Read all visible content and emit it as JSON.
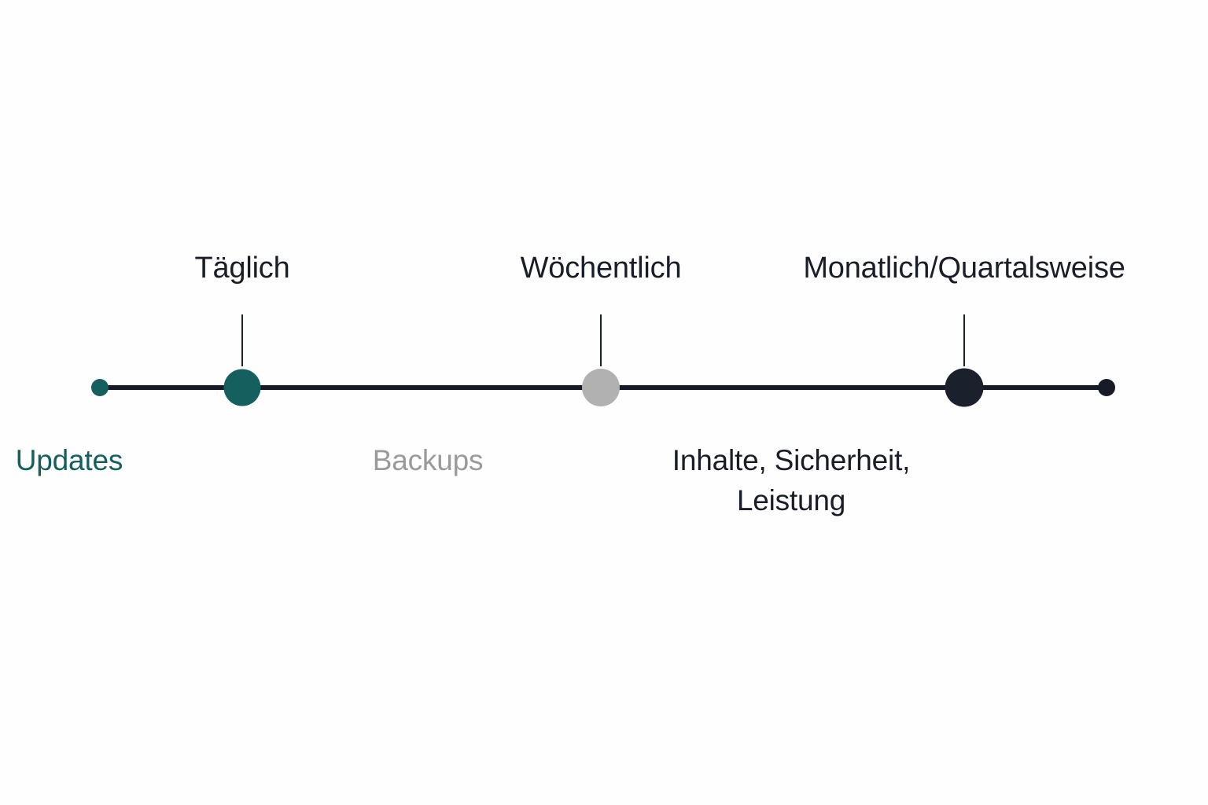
{
  "figure": {
    "type": "timeline",
    "orientation": "horizontal",
    "background_color": "#fefefe",
    "axis_color": "#151b26"
  },
  "axis": {
    "start_cap_color": "#15605e",
    "end_cap_color": "#161b26"
  },
  "milestones": [
    {
      "id": "updates",
      "frequency": "Täglich",
      "task_lines": [
        "Updates"
      ],
      "color": "#15605e",
      "label_color": "#15605e"
    },
    {
      "id": "backups",
      "frequency": "Wöchentlich",
      "task_lines": [
        "Backups"
      ],
      "color": "#b1b1b1",
      "label_color": "#9a9a9a"
    },
    {
      "id": "content-security-performance",
      "frequency": "Monatlich/Quartalsweise",
      "task_lines": [
        "Inhalte, Sicherheit,",
        "Leistung"
      ],
      "color": "#1b212c",
      "label_color": "#181d27"
    }
  ]
}
